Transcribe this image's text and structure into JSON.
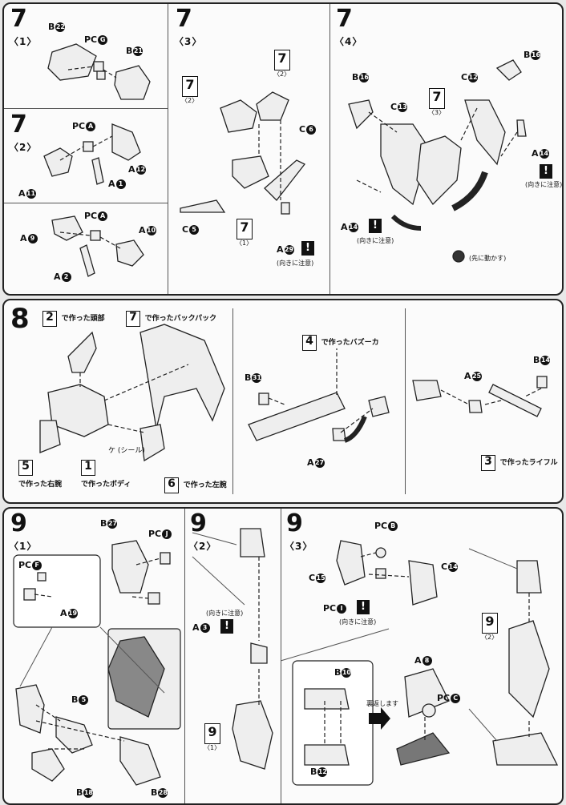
{
  "top_panel": {
    "s7_1": {
      "step": "7",
      "sub": "〈1〉",
      "parts": [
        "B",
        "PC",
        "B"
      ],
      "ids": [
        "22",
        "G",
        "21"
      ]
    },
    "s7_2": {
      "step": "7",
      "sub": "〈2〉",
      "parts": [
        "PC",
        "A",
        "A",
        "A"
      ],
      "ids": [
        "A",
        "12",
        "11",
        "1"
      ]
    },
    "s7_2b": {
      "parts": [
        "PC",
        "A",
        "A",
        "A"
      ],
      "ids": [
        "A",
        "9",
        "10",
        "2"
      ]
    },
    "s7_3": {
      "step": "7",
      "sub": "〈3〉",
      "ref_top": "7",
      "ref_top_sub": "〈2〉",
      "ref_mid": "7",
      "ref_mid_sub": "〈2〉",
      "ref_bottom": "7",
      "ref_bottom_sub": "〈1〉",
      "c6": "C",
      "c6_id": "6",
      "c5": "C",
      "c5_id": "5",
      "a29": "A",
      "a29_id": "29",
      "caution_mark": "!",
      "note": "(向きに注意)"
    },
    "s7_4": {
      "step": "7",
      "sub": "〈4〉",
      "ref": "7",
      "ref_sub": "〈3〉",
      "b16a": "B",
      "b16a_id": "16",
      "b16b": "B",
      "b16b_id": "16",
      "c13": "C",
      "c13_id": "13",
      "c12": "C",
      "c12_id": "12",
      "a14a": "A",
      "a14a_id": "14",
      "a14b": "A",
      "a14b_id": "14",
      "caution_mark": "!",
      "note_a": "(向きに注意)",
      "note_b": "(向きに注意)",
      "note_move": "(先に動かす)"
    }
  },
  "mid_panel": {
    "step": "8",
    "head": {
      "num": "2",
      "text": "で作った頭部"
    },
    "backpack": {
      "num": "7",
      "text": "で作ったバックパック"
    },
    "right_arm": {
      "num": "5",
      "text": "で作った右腕"
    },
    "body": {
      "num": "1",
      "text": "で作ったボディ"
    },
    "left_arm": {
      "num": "6",
      "text": "で作った左腕"
    },
    "seal": {
      "mark": "ケ",
      "text": "(シール)"
    },
    "bazooka": {
      "num": "4",
      "text": "で作ったバズーカ"
    },
    "b31": "B",
    "b31_id": "31",
    "a27": "A",
    "a27_id": "27",
    "rifle": {
      "num": "3",
      "text": "で作ったライフル"
    },
    "a25": "A",
    "a25_id": "25",
    "b14": "B",
    "b14_id": "14"
  },
  "bottom_panel": {
    "s9_1": {
      "step": "9",
      "sub": "〈1〉",
      "b27": "B",
      "b27_id": "27",
      "pcj": "PC",
      "pcj_id": "J",
      "pcf": "PC",
      "pcf_id": "F",
      "a19": "A",
      "a19_id": "19",
      "b5": "B",
      "b5_id": "5",
      "b18": "B",
      "b18_id": "18",
      "b28": "B",
      "b28_id": "28"
    },
    "s9_2": {
      "step": "9",
      "sub": "〈2〉",
      "a3": "A",
      "a3_id": "3",
      "caution_mark": "!",
      "note": "(向きに注意)",
      "ref": "9",
      "ref_sub": "〈1〉"
    },
    "s9_3": {
      "step": "9",
      "sub": "〈3〉",
      "pcb": "PC",
      "pcb_id": "B",
      "c15": "C",
      "c15_id": "15",
      "c14": "C",
      "c14_id": "14",
      "pci": "PC",
      "pci_id": "I",
      "caution_mark": "!",
      "note": "(向きに注意)",
      "b10": "B",
      "b10_id": "10",
      "b12": "B",
      "b12_id": "12",
      "flip": "裏返します",
      "a8": "A",
      "a8_id": "8",
      "pcc": "PC",
      "pcc_id": "C",
      "ref": "9",
      "ref_sub": "〈2〉"
    }
  }
}
